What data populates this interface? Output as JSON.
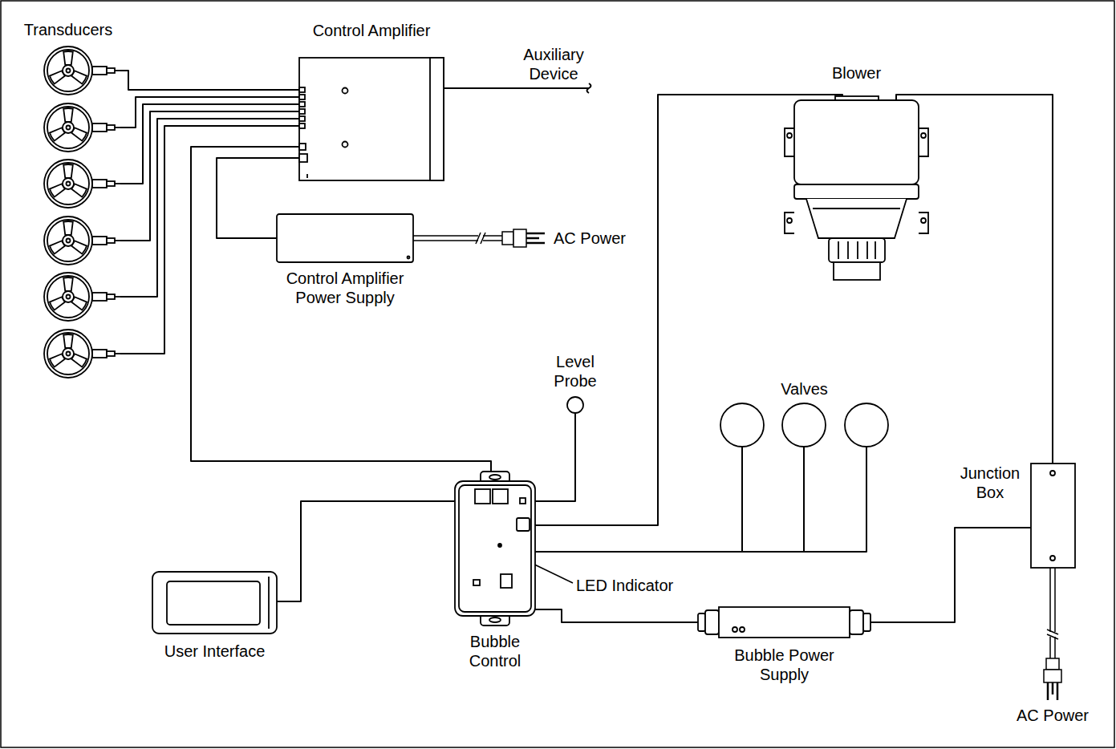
{
  "diagram": {
    "nodes": [
      {
        "text": [
          "Transducers"
        ]
      },
      {
        "text": [
          "Control Amplifier"
        ]
      },
      {
        "text": [
          "Control Amplifier Power Supply"
        ]
      },
      {
        "text": [
          "Blower"
        ]
      },
      {
        "text": [
          "Level Probe"
        ]
      },
      {
        "text": [
          "Valves"
        ]
      },
      {
        "text": [
          "Junction Box"
        ]
      },
      {
        "text": [
          "User Interface"
        ]
      },
      {
        "text": [
          "Bubble Control"
        ]
      },
      {
        "text": [
          "Bubble Power Supply"
        ]
      }
    ],
    "edges": [
      {
        "from": 0,
        "to": 1,
        "arrow": "none"
      },
      {
        "from": 0,
        "to": 1,
        "arrow": "none"
      },
      {
        "from": 0,
        "to": 1,
        "arrow": "none"
      },
      {
        "from": 0,
        "to": 1,
        "arrow": "none"
      },
      {
        "from": 0,
        "to": 1,
        "arrow": "none"
      },
      {
        "from": 0,
        "to": 1,
        "arrow": "none"
      },
      {
        "from": 2,
        "to": 1,
        "arrow": "none"
      },
      {
        "from": 1,
        "to": 8,
        "arrow": "none"
      },
      {
        "from": 4,
        "to": 8,
        "arrow": "none"
      },
      {
        "from": 7,
        "to": 8,
        "arrow": "none"
      },
      {
        "from": 8,
        "to": 3,
        "arrow": "none"
      },
      {
        "from": 8,
        "to": 5,
        "arrow": "none"
      },
      {
        "from": 8,
        "to": 5,
        "arrow": "none"
      },
      {
        "from": 8,
        "to": 5,
        "arrow": "none"
      },
      {
        "from": 6,
        "to": 3,
        "arrow": "none"
      },
      {
        "from": 9,
        "to": 8,
        "arrow": "none"
      },
      {
        "from": 6,
        "to": 9,
        "arrow": "none"
      }
    ],
    "labels": [
      "Auxiliary Device",
      "AC Power",
      "AC Power",
      "LED Indicator"
    ]
  }
}
